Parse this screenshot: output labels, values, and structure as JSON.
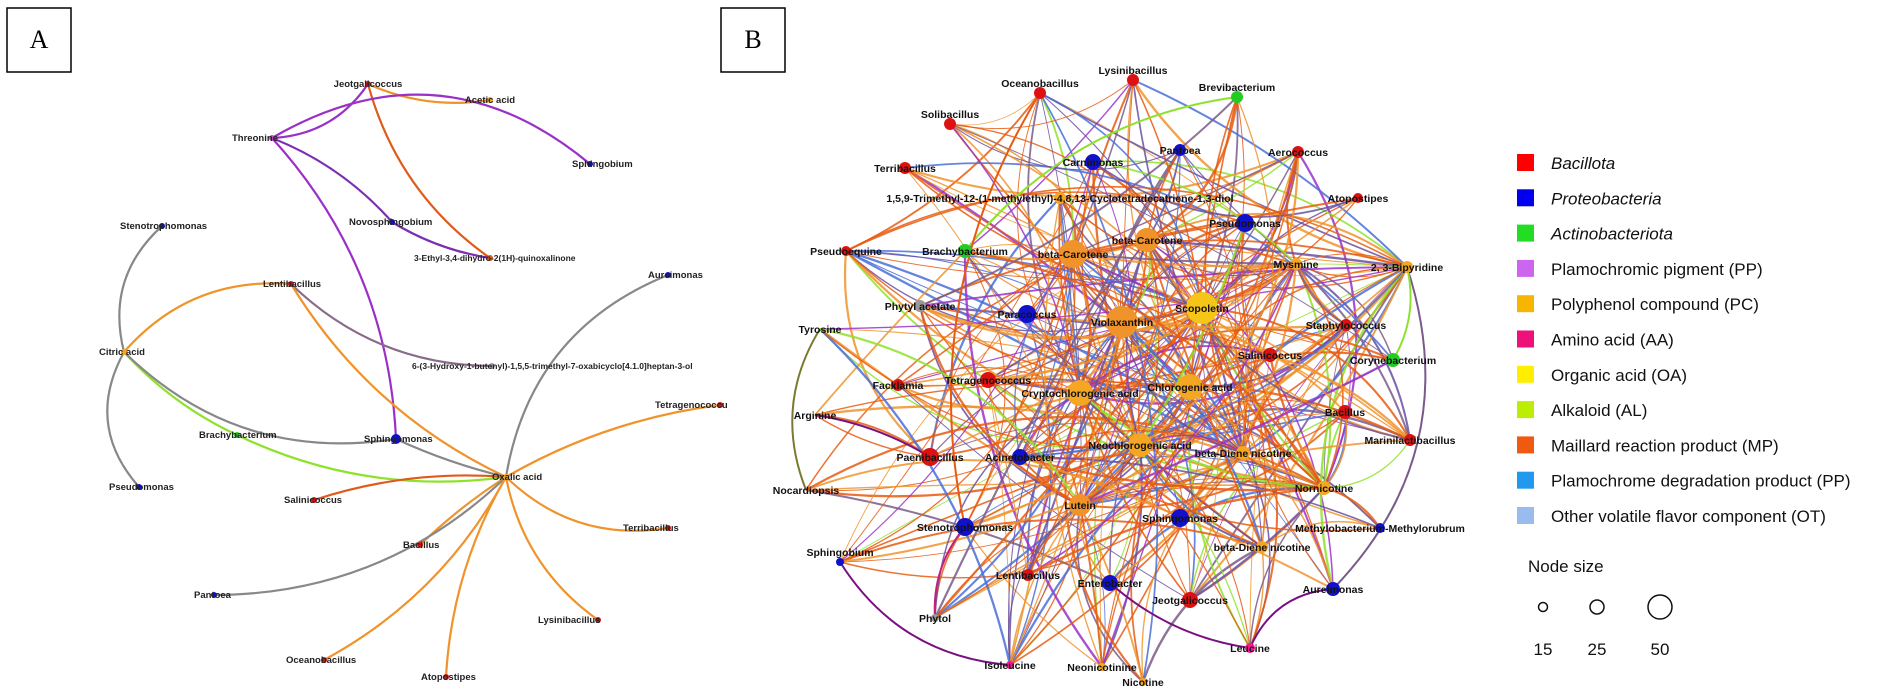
{
  "panels": {
    "a": "A",
    "b": "B"
  },
  "panel_a": {
    "nodes": [
      {
        "id": "jeot",
        "label": "Jeotgalicoccus",
        "color": "#dd1111"
      },
      {
        "id": "acetic",
        "label": "Acetic acid",
        "color": "#f5a623"
      },
      {
        "id": "threonine",
        "label": "Threonine",
        "color": "#cc44cc"
      },
      {
        "id": "sphingobium",
        "label": "Sphingobium",
        "color": "#1111cc"
      },
      {
        "id": "steno",
        "label": "Stenotrophomonas",
        "color": "#1111cc"
      },
      {
        "id": "novo",
        "label": "Novosphingobium",
        "color": "#1111cc"
      },
      {
        "id": "quinox",
        "label": "3-Ethyl-3,4-dihydro-2(1H)-quinoxalinone",
        "color": "#e05a1a"
      },
      {
        "id": "lenti",
        "label": "Lentibacillus",
        "color": "#dd1111"
      },
      {
        "id": "aurei",
        "label": "Aureimonas",
        "color": "#1111cc"
      },
      {
        "id": "citric",
        "label": "Citric acid",
        "color": "#f5a623"
      },
      {
        "id": "oxabi",
        "label": "6-(3-Hydroxy-1-butenyl)-1,5,5-trimethyl-7-oxabicyclo[4.1.0]heptan-3-ol",
        "color": "#999999"
      },
      {
        "id": "brachy",
        "label": "Brachybacterium",
        "color": "#22cc22"
      },
      {
        "id": "sphingomonas",
        "label": "Sphingomonas",
        "color": "#1111cc"
      },
      {
        "id": "tetrag",
        "label": "Tetragenococcu",
        "color": "#dd1111"
      },
      {
        "id": "oxalic",
        "label": "Oxalic acid",
        "color": "#f5a623"
      },
      {
        "id": "pseudo",
        "label": "Pseudomonas",
        "color": "#1111cc"
      },
      {
        "id": "salini",
        "label": "Salinicoccus",
        "color": "#dd1111"
      },
      {
        "id": "terri",
        "label": "Terribacillus",
        "color": "#dd1111"
      },
      {
        "id": "bacillus",
        "label": "Bacillus",
        "color": "#dd1111"
      },
      {
        "id": "pantoea",
        "label": "Pantoea",
        "color": "#1111cc"
      },
      {
        "id": "lysini",
        "label": "Lysinibacillus",
        "color": "#dd1111"
      },
      {
        "id": "oceano",
        "label": "Oceanobacillus",
        "color": "#dd1111"
      },
      {
        "id": "atopo",
        "label": "Atopostipes",
        "color": "#dd1111"
      }
    ],
    "edges": [
      {
        "from": "jeot",
        "to": "acetic",
        "color": "#f0932b"
      },
      {
        "from": "jeot",
        "to": "threonine",
        "color": "#9b30c8"
      },
      {
        "from": "jeot",
        "to": "quinox",
        "color": "#e05a1a"
      },
      {
        "from": "threonine",
        "to": "sphingobium",
        "color": "#9b30c8"
      },
      {
        "from": "threonine",
        "to": "novo",
        "color": "#7a2fb3"
      },
      {
        "from": "threonine",
        "to": "sphingomonas",
        "color": "#9b30c8"
      },
      {
        "from": "novo",
        "to": "quinox",
        "color": "#7a2fb3"
      },
      {
        "from": "citric",
        "to": "steno",
        "color": "#888888"
      },
      {
        "from": "citric",
        "to": "lenti",
        "color": "#f0932b"
      },
      {
        "from": "citric",
        "to": "brachy",
        "color": "#8ee22b"
      },
      {
        "from": "citric",
        "to": "sphingomonas",
        "color": "#888888"
      },
      {
        "from": "citric",
        "to": "pseudo",
        "color": "#888888"
      },
      {
        "from": "lenti",
        "to": "oxabi",
        "color": "#8a6a8a"
      },
      {
        "from": "lenti",
        "to": "oxalic",
        "color": "#f0932b"
      },
      {
        "from": "brachy",
        "to": "oxalic",
        "color": "#8ee22b"
      },
      {
        "from": "sphingomonas",
        "to": "oxalic",
        "color": "#888888"
      },
      {
        "from": "aurei",
        "to": "oxalic",
        "color": "#888888"
      },
      {
        "from": "tetrag",
        "to": "oxalic",
        "color": "#f0932b"
      },
      {
        "from": "salini",
        "to": "oxalic",
        "color": "#e05a1a"
      },
      {
        "from": "terri",
        "to": "oxalic",
        "color": "#f0932b"
      },
      {
        "from": "bacillus",
        "to": "oxalic",
        "color": "#f0932b"
      },
      {
        "from": "pantoea",
        "to": "oxalic",
        "color": "#888888"
      },
      {
        "from": "lysini",
        "to": "oxalic",
        "color": "#f0932b"
      },
      {
        "from": "oceano",
        "to": "oxalic",
        "color": "#f0932b"
      },
      {
        "from": "atopo",
        "to": "oxalic",
        "color": "#f0932b"
      }
    ]
  },
  "panel_b": {
    "nodes": [
      {
        "id": "lysini",
        "label": "Lysinibacillus",
        "color": "#dd1111",
        "size": 6
      },
      {
        "id": "oceano",
        "label": "Oceanobacillus",
        "color": "#dd1111",
        "size": 6
      },
      {
        "id": "brevi",
        "label": "Brevibacterium",
        "color": "#22cc22",
        "size": 6
      },
      {
        "id": "solib",
        "label": "Solibacillus",
        "color": "#dd1111",
        "size": 6
      },
      {
        "id": "carno",
        "label": "Carnimonas",
        "color": "#1111cc",
        "size": 8
      },
      {
        "id": "pantoea",
        "label": "Pantoea",
        "color": "#1111cc",
        "size": 6
      },
      {
        "id": "aeroc",
        "label": "Aerococcus",
        "color": "#dd1111",
        "size": 6
      },
      {
        "id": "terri",
        "label": "Terribacillus",
        "color": "#dd1111",
        "size": 6
      },
      {
        "id": "atopo",
        "label": "Atopostipes",
        "color": "#dd1111",
        "size": 5
      },
      {
        "id": "trimethyl",
        "label": "1,5,9-Trimethyl-12-(1-methylethyl)-4,8,13-Cyclotetradecatriene-1,3-diol",
        "color": "#f5a623",
        "size": 6
      },
      {
        "id": "pseudomonas",
        "label": "Pseudomonas",
        "color": "#1111cc",
        "size": 9
      },
      {
        "id": "betacar1",
        "label": "beta-Carotene",
        "color": "#f0932b",
        "size": 14
      },
      {
        "id": "betacar2",
        "label": "beta-Carotene",
        "color": "#f0932b",
        "size": 12
      },
      {
        "id": "brachy",
        "label": "Brachybacterium",
        "color": "#22cc22",
        "size": 7
      },
      {
        "id": "pseudoeq",
        "label": "Pseudoequine",
        "color": "#dd1111",
        "size": 5
      },
      {
        "id": "mysmine",
        "label": "Mysmine",
        "color": "#f5a623",
        "size": 6
      },
      {
        "id": "bipyr",
        "label": "2, 3-Bipyridine",
        "color": "#f5a623",
        "size": 6
      },
      {
        "id": "phytyl",
        "label": "Phytyl acetate",
        "color": "#999999",
        "size": 6
      },
      {
        "id": "scopo",
        "label": "Scopoletin",
        "color": "#f5c518",
        "size": 16
      },
      {
        "id": "tyrosine",
        "label": "Tyrosine",
        "color": "#ff1493",
        "size": 0
      },
      {
        "id": "paraco",
        "label": "Paracoccus",
        "color": "#1111cc",
        "size": 9
      },
      {
        "id": "viola",
        "label": "Violaxanthin",
        "color": "#f0932b",
        "size": 16
      },
      {
        "id": "staphy",
        "label": "Staphylococcus",
        "color": "#dd1111",
        "size": 6
      },
      {
        "id": "salini",
        "label": "Salinicoccus",
        "color": "#dd1111",
        "size": 7
      },
      {
        "id": "coryne",
        "label": "Corynebacterium",
        "color": "#22cc22",
        "size": 7
      },
      {
        "id": "fackla",
        "label": "Facklamia",
        "color": "#dd1111",
        "size": 6
      },
      {
        "id": "tetrag",
        "label": "Tetragenococcus",
        "color": "#dd1111",
        "size": 8
      },
      {
        "id": "cryptochl",
        "label": "Cryptochlorogenic acid",
        "color": "#f5a623",
        "size": 13
      },
      {
        "id": "chloro",
        "label": "Chlorogenic acid",
        "color": "#f5a623",
        "size": 13
      },
      {
        "id": "arginine",
        "label": "Arginine",
        "color": "#ff1493",
        "size": 0
      },
      {
        "id": "bacillus",
        "label": "Bacillus",
        "color": "#dd1111",
        "size": 7
      },
      {
        "id": "marinil",
        "label": "Marinilactibacillus",
        "color": "#dd1111",
        "size": 6
      },
      {
        "id": "neochl",
        "label": "Neochlorogenic acid",
        "color": "#f5a623",
        "size": 12
      },
      {
        "id": "paeni",
        "label": "Paenibacillus",
        "color": "#dd1111",
        "size": 9
      },
      {
        "id": "acineto",
        "label": "Acinetobacter",
        "color": "#1111cc",
        "size": 8
      },
      {
        "id": "bdn1",
        "label": "beta-Diene nicotine",
        "color": "#f5a623",
        "size": 7
      },
      {
        "id": "nocardi",
        "label": "Nocardiopsis",
        "color": "#22cc22",
        "size": 0
      },
      {
        "id": "nornic",
        "label": "Nornicotine",
        "color": "#f5a623",
        "size": 7
      },
      {
        "id": "lutein",
        "label": "Lutein",
        "color": "#f0932b",
        "size": 11
      },
      {
        "id": "steno",
        "label": "Stenotrophomonas",
        "color": "#1111cc",
        "size": 9
      },
      {
        "id": "sphingomonas",
        "label": "Sphingomonas",
        "color": "#1111cc",
        "size": 9
      },
      {
        "id": "methylo",
        "label": "Methylobacterium-Methylorubrum",
        "color": "#1111cc",
        "size": 5
      },
      {
        "id": "bdn2",
        "label": "beta-Diene nicotine",
        "color": "#f5a623",
        "size": 6
      },
      {
        "id": "sphingobium",
        "label": "Sphingobium",
        "color": "#1111cc",
        "size": 4
      },
      {
        "id": "lenti",
        "label": "Lentibacillus",
        "color": "#dd1111",
        "size": 6
      },
      {
        "id": "entero",
        "label": "Enterobacter",
        "color": "#1111cc",
        "size": 8
      },
      {
        "id": "jeot",
        "label": "Jeotgalicoccus",
        "color": "#dd1111",
        "size": 8
      },
      {
        "id": "aurei",
        "label": "Aureimonas",
        "color": "#1111cc",
        "size": 7
      },
      {
        "id": "phytol",
        "label": "Phytol",
        "color": "#999999",
        "size": 4
      },
      {
        "id": "leucine",
        "label": "Leucine",
        "color": "#ff1493",
        "size": 5
      },
      {
        "id": "isoleucine",
        "label": "Isoleucine",
        "color": "#ff1493",
        "size": 4
      },
      {
        "id": "neonic",
        "label": "Neonicotinine",
        "color": "#f5a623",
        "size": 4
      },
      {
        "id": "nicotine",
        "label": "Nicotine",
        "color": "#f5a623",
        "size": 4
      }
    ],
    "edge_colors": [
      "#e85a10",
      "#e85a10",
      "#f0932b",
      "#f0932b",
      "#7a5a8a",
      "#6a4fa0",
      "#8ee22b",
      "#9b30c8",
      "#e85a10",
      "#f0932b",
      "#4a6fd8"
    ]
  },
  "legend": {
    "items": [
      {
        "label": "Bacillota",
        "color": "#ff0000",
        "italic": true
      },
      {
        "label": "Proteobacteria",
        "color": "#0000ee",
        "italic": true
      },
      {
        "label": "Actinobacteriota",
        "color": "#22dd22",
        "italic": true
      },
      {
        "label": "Plamochromic pigment (PP)",
        "color": "#cc66ee",
        "italic": false
      },
      {
        "label": "Polyphenol compound (PC)",
        "color": "#f7b500",
        "italic": false
      },
      {
        "label": "Amino acid (AA)",
        "color": "#ee1177",
        "italic": false
      },
      {
        "label": "Organic acid (OA)",
        "color": "#ffee00",
        "italic": false
      },
      {
        "label": "Alkaloid (AL)",
        "color": "#bbee00",
        "italic": false
      },
      {
        "label": "Maillard reaction product (MP)",
        "color": "#f05a10",
        "italic": false
      },
      {
        "label": "Plamochrome degradation product (PP)",
        "color": "#2299ee",
        "italic": false
      },
      {
        "label": "Other volatile flavor component (OT)",
        "color": "#99bbee",
        "italic": false
      }
    ],
    "size_title": "Node size",
    "sizes": [
      "15",
      "25",
      "50"
    ]
  }
}
